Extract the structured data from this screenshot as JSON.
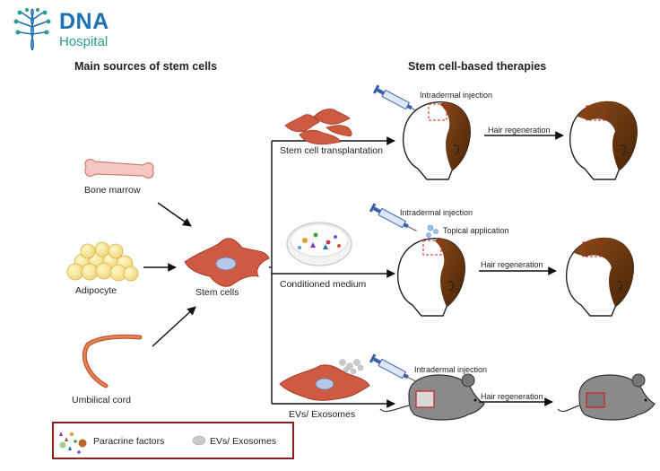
{
  "logo": {
    "title": "DNA",
    "subtitle": "Hospital"
  },
  "headings": {
    "sources": "Main sources of stem cells",
    "therapies": "Stem cell-based therapies"
  },
  "sources": {
    "bone_marrow": "Bone marrow",
    "adipocyte": "Adipocyte",
    "umbilical_cord": "Umbilical cord",
    "stem_cells": "Stem cells"
  },
  "branches": {
    "transplantation": "Stem cell transplantation",
    "conditioned_medium": "Conditioned medium",
    "evs_exosomes": "EVs/ Exosomes"
  },
  "therapy_labels": {
    "injection_1": "Intradermal injection",
    "injection_2": "Intradermal injection",
    "topical": "Topical application",
    "injection_3": "Intradermal injection",
    "regen_1": "Hair regeneration",
    "regen_2": "Hair regeneration",
    "regen_3": "Hair regeneration"
  },
  "legend": {
    "paracrine": "Paracrine factors",
    "evs": "EVs/ Exosomes"
  },
  "colors": {
    "brand_blue": "#1f6fb5",
    "brand_teal": "#2a9d8f",
    "cell_red": "#c8503a",
    "hair_brown": "#6b3a12",
    "legend_border": "#8b2020"
  }
}
